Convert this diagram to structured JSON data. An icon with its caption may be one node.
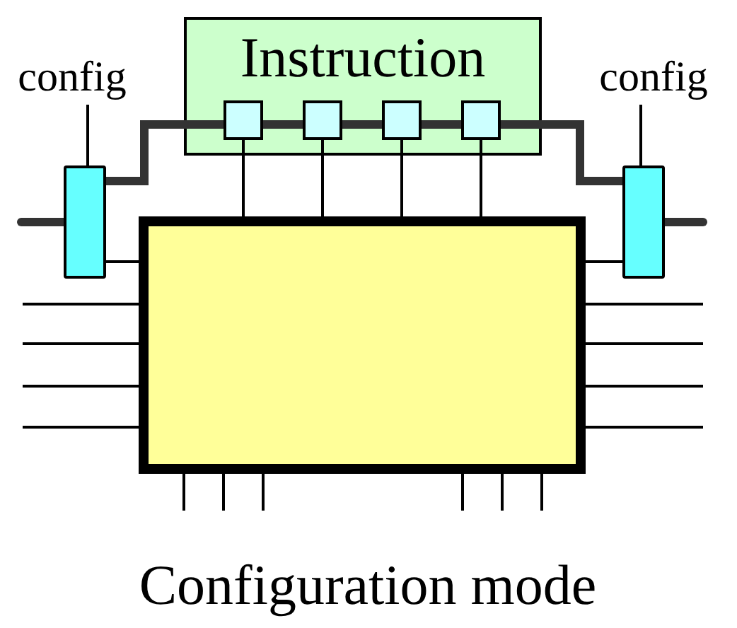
{
  "diagram": {
    "caption": "Configuration mode",
    "nodes": [
      {
        "text": [
          "Instruction"
        ]
      },
      {
        "text": [],
        "shape": "box",
        "in": 0
      },
      {
        "text": [],
        "shape": "box",
        "in": 0
      },
      {
        "text": [],
        "shape": "box",
        "in": 0
      },
      {
        "text": [],
        "shape": "box",
        "in": 0
      },
      {
        "text": [
          "config"
        ]
      },
      {
        "text": [],
        "shape": "bar"
      },
      {
        "text": [
          "config"
        ]
      },
      {
        "text": [],
        "shape": "bar"
      },
      {
        "text": [],
        "shape": "box"
      }
    ],
    "edges": [
      {
        "from": 5,
        "to": 6,
        "arrow": "none"
      },
      {
        "from": 7,
        "to": 8,
        "arrow": "none"
      },
      {
        "from": null,
        "to": 6,
        "arrow": "none",
        "style": "thick",
        "color": "#333333"
      },
      {
        "from": 6,
        "to": 1,
        "arrow": "none",
        "style": "thick",
        "color": "#333333"
      },
      {
        "from": 1,
        "to": 2,
        "arrow": "none",
        "style": "thick",
        "color": "#333333"
      },
      {
        "from": 2,
        "to": 3,
        "arrow": "none",
        "style": "thick",
        "color": "#333333"
      },
      {
        "from": 3,
        "to": 4,
        "arrow": "none",
        "style": "thick",
        "color": "#333333"
      },
      {
        "from": 4,
        "to": 8,
        "arrow": "none",
        "style": "thick",
        "color": "#333333"
      },
      {
        "from": 8,
        "to": null,
        "arrow": "none",
        "style": "thick",
        "color": "#333333"
      },
      {
        "from": 1,
        "to": 9,
        "arrow": "none"
      },
      {
        "from": 2,
        "to": 9,
        "arrow": "none"
      },
      {
        "from": 3,
        "to": 9,
        "arrow": "none"
      },
      {
        "from": 4,
        "to": 9,
        "arrow": "none"
      },
      {
        "from": 6,
        "to": 9,
        "arrow": "none"
      },
      {
        "from": 8,
        "to": 9,
        "arrow": "none"
      },
      {
        "from": null,
        "to": 9,
        "arrow": "none"
      },
      {
        "from": null,
        "to": 9,
        "arrow": "none"
      },
      {
        "from": null,
        "to": 9,
        "arrow": "none"
      },
      {
        "from": null,
        "to": 9,
        "arrow": "none"
      },
      {
        "from": 9,
        "to": null,
        "arrow": "none"
      },
      {
        "from": 9,
        "to": null,
        "arrow": "none"
      },
      {
        "from": 9,
        "to": null,
        "arrow": "none"
      },
      {
        "from": 9,
        "to": null,
        "arrow": "none"
      },
      {
        "from": 9,
        "to": null,
        "arrow": "none"
      },
      {
        "from": 9,
        "to": null,
        "arrow": "none"
      },
      {
        "from": 9,
        "to": null,
        "arrow": "none"
      },
      {
        "from": 9,
        "to": null,
        "arrow": "none"
      },
      {
        "from": 9,
        "to": null,
        "arrow": "none"
      },
      {
        "from": 9,
        "to": null,
        "arrow": "none"
      }
    ]
  }
}
